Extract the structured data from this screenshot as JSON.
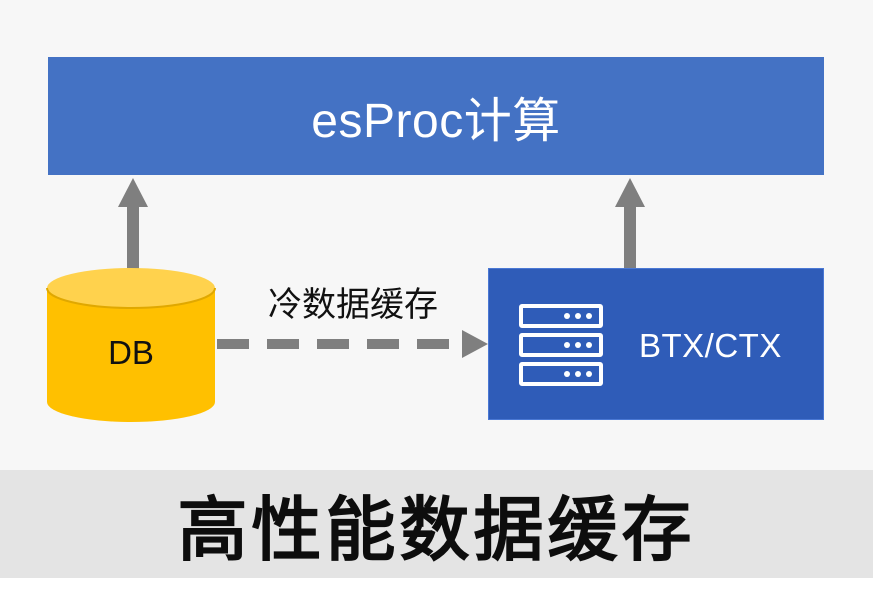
{
  "diagram": {
    "top_box": {
      "label": "esProc计算",
      "color": "#4472c4"
    },
    "db_node": {
      "label": "DB",
      "color": "#ffc000",
      "shape": "cylinder"
    },
    "btx_box": {
      "label": "BTX/CTX",
      "color": "#2f5cb8",
      "icon": "server-rack-icon"
    },
    "edge": {
      "label": "冷数据缓存",
      "style": "dashed",
      "color": "#7f7f7f"
    },
    "arrow_color": "#7f7f7f"
  },
  "footer": {
    "title": "高性能数据缓存"
  }
}
